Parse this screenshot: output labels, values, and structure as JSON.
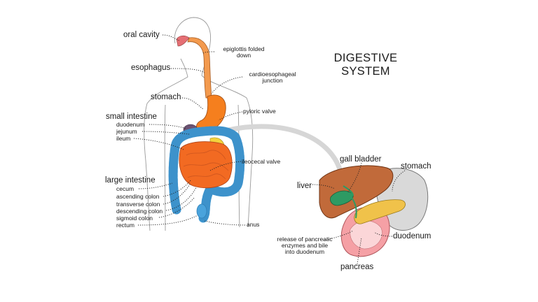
{
  "title": {
    "line1": "DIGESTIVE",
    "line2": "SYSTEM"
  },
  "labels": {
    "oral_cavity": "oral cavity",
    "epiglottis_1": "epiglottis folded",
    "epiglottis_2": "down",
    "esophagus": "esophagus",
    "cardio_1": "cardioesophageal",
    "cardio_2": "junction",
    "stomach": "stomach",
    "pyloric": "pyloric valve",
    "small_intestine": "small intestine",
    "duodenum": "duodenum",
    "jejunum": "jejunum",
    "ileum": "ileum",
    "ileocecal": "ileocecal valve",
    "large_intestine": "large intestine",
    "cecum": "cecum",
    "ascending": "ascending colon",
    "transverse": "transverse colon",
    "descending": "descending colon",
    "sigmoid": "sigmoid colon",
    "rectum": "rectum",
    "anus": "anus"
  },
  "inset": {
    "gall_bladder": "gall bladder",
    "stomach": "stomach",
    "liver": "liver",
    "duodenum": "duodenum",
    "release_1": "release of pancreatic",
    "release_2": "enzymes and bile",
    "release_3": "into duodenum",
    "pancreas": "pancreas"
  },
  "colors": {
    "esophagus": "#f39a4e",
    "stomach": "#f57f1e",
    "small_intestine": "#f26a22",
    "colon": "#4aa3dc",
    "liver": "#c16a3a",
    "gall_bladder": "#2e9a63",
    "pancreas": "#f0c24a",
    "duodenum_inset": "#f5a0a5",
    "connector": "#d6d6d6"
  }
}
